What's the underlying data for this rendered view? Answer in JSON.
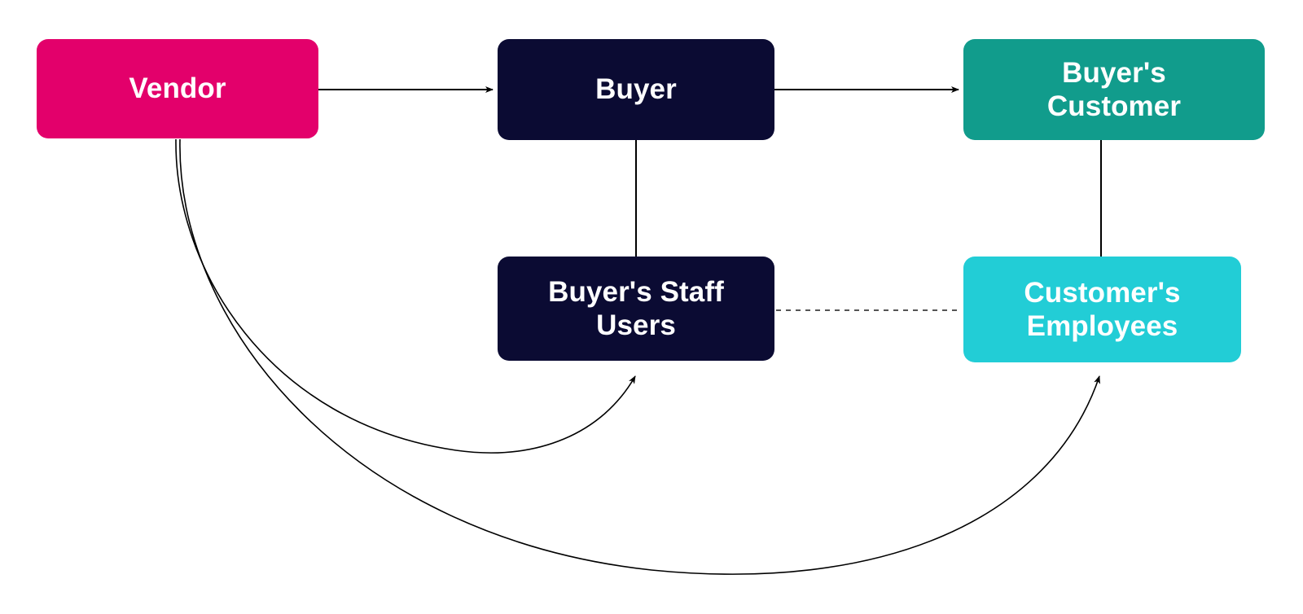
{
  "diagram": {
    "title": "Vendor / Buyer / Customer relationship diagram",
    "background_color": "#ffffff",
    "edge_color": "#000000",
    "nodes": [
      {
        "id": "vendor",
        "label": "Vendor",
        "color": "#E3006B",
        "text_color": "#ffffff"
      },
      {
        "id": "buyer",
        "label": "Buyer",
        "color": "#0B0B33",
        "text_color": "#ffffff"
      },
      {
        "id": "buyers_customer",
        "label": "Buyer's\nCustomer",
        "color": "#119C8C",
        "text_color": "#ffffff"
      },
      {
        "id": "buyers_staff_users",
        "label": "Buyer's Staff\nUsers",
        "color": "#0B0B33",
        "text_color": "#ffffff"
      },
      {
        "id": "customers_employees",
        "label": "Customer's\nEmployees",
        "color": "#22CDD6",
        "text_color": "#ffffff"
      }
    ],
    "edges": [
      {
        "id": "vendor-to-buyer",
        "from": "vendor",
        "to": "buyer",
        "style": "solid",
        "arrow": "end",
        "shape": "straight-horizontal"
      },
      {
        "id": "buyer-to-buyers-customer",
        "from": "buyer",
        "to": "buyers_customer",
        "style": "solid",
        "arrow": "end",
        "shape": "straight-horizontal"
      },
      {
        "id": "buyer-to-buyers-staff-users",
        "from": "buyer",
        "to": "buyers_staff_users",
        "style": "solid",
        "arrow": "none",
        "shape": "straight-vertical"
      },
      {
        "id": "buyers-customer-to-customers-employees",
        "from": "buyers_customer",
        "to": "customers_employees",
        "style": "solid",
        "arrow": "none",
        "shape": "straight-vertical"
      },
      {
        "id": "buyers-staff-users-to-customers-employees",
        "from": "buyers_staff_users",
        "to": "customers_employees",
        "style": "dotted",
        "arrow": "none",
        "shape": "straight-horizontal"
      },
      {
        "id": "vendor-to-buyers-staff-users",
        "from": "vendor",
        "to": "buyers_staff_users",
        "style": "solid",
        "arrow": "end",
        "shape": "curved"
      },
      {
        "id": "vendor-to-customers-employees",
        "from": "vendor",
        "to": "customers_employees",
        "style": "solid",
        "arrow": "end",
        "shape": "curved"
      }
    ]
  }
}
